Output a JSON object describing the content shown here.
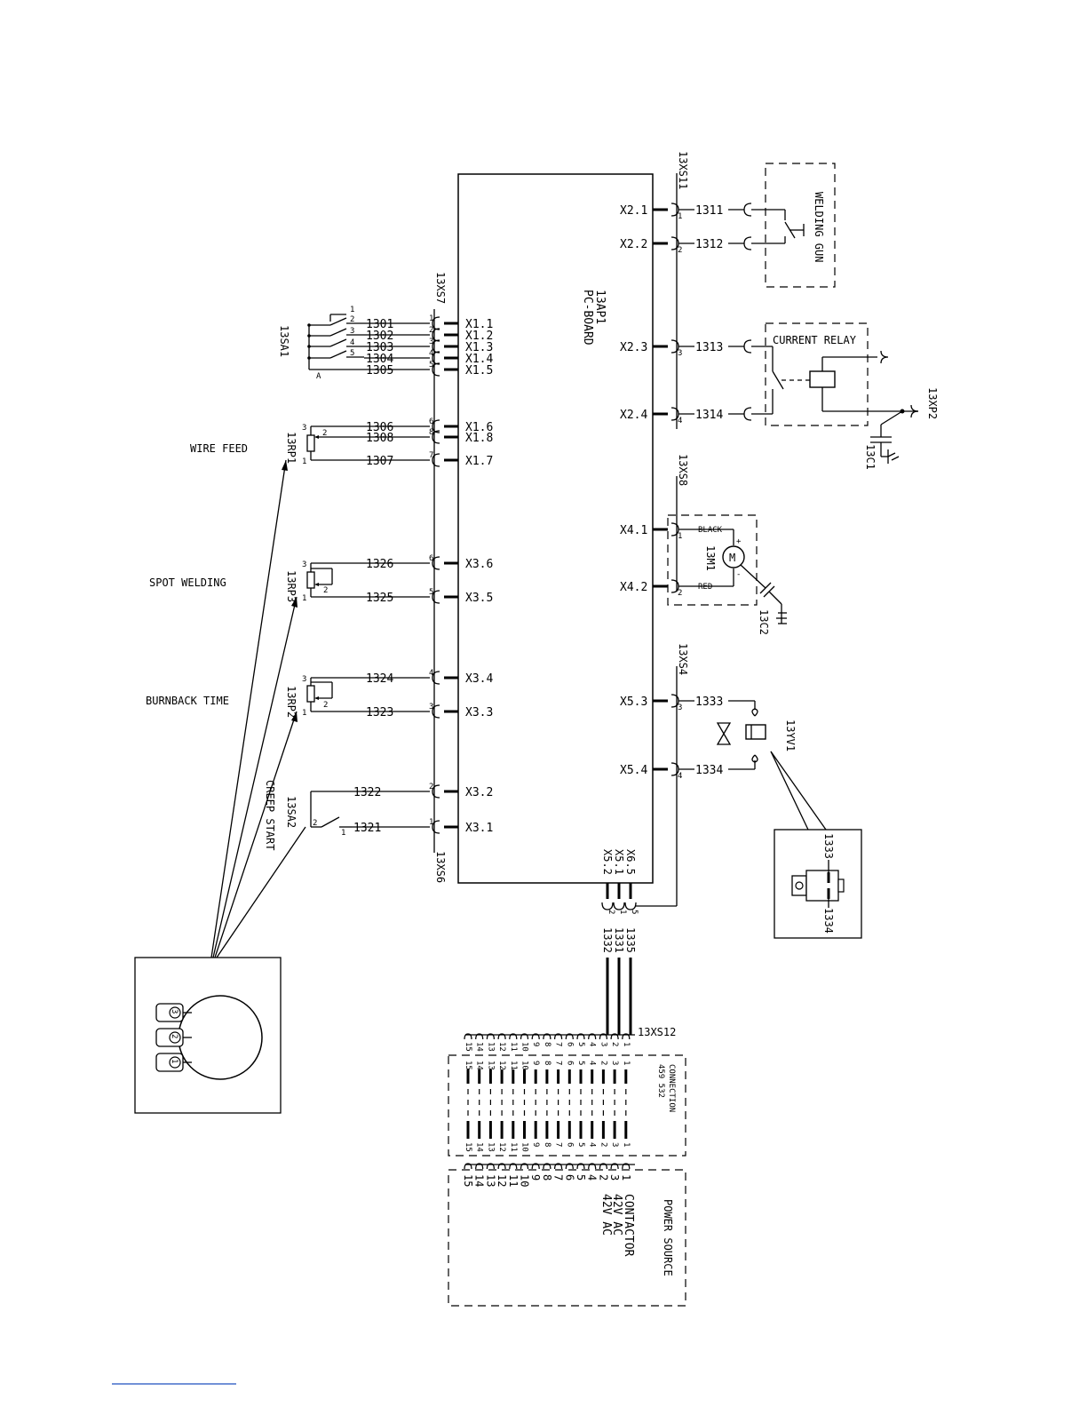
{
  "board": {
    "line1": "13AP1",
    "line2": "PC-BOARD"
  },
  "connectors": {
    "xs7": "13XS7",
    "xs6": "13XS6",
    "xs11": "13XS11",
    "xs8": "13XS8",
    "xs4": "13XS4",
    "xs12": "13XS12",
    "xp2": "13XP2"
  },
  "components": {
    "sa1": "13SA1",
    "sa2": "13SA2",
    "rp1": "13RP1",
    "rp2": "13RP2",
    "rp3": "13RP3",
    "m1": "13M1",
    "c1": "13C1",
    "c2": "13C2",
    "yv1": "13YV1",
    "motor": "M",
    "a": "A"
  },
  "functions": {
    "wire_feed": "WIRE FEED",
    "spot_welding": "SPOT WELDING",
    "burnback": "BURNBACK TIME",
    "creep": "CREEP START",
    "welding_gun": "WELDING GUN",
    "current_relay": "CURRENT RELAY",
    "power_source": "POWER SOURCE",
    "connection_1": "CONNECTION",
    "connection_2": "459 532"
  },
  "left_pins": [
    {
      "wire": "1301",
      "term": "X1.1",
      "pin": "1"
    },
    {
      "wire": "1302",
      "term": "X1.2",
      "pin": "2"
    },
    {
      "wire": "1303",
      "term": "X1.3",
      "pin": "3"
    },
    {
      "wire": "1304",
      "term": "X1.4",
      "pin": "4"
    },
    {
      "wire": "1305",
      "term": "X1.5",
      "pin": "5"
    },
    {
      "wire": "1306",
      "term": "X1.6",
      "pin": "6"
    },
    {
      "wire": "1308",
      "term": "X1.8",
      "pin": "8"
    },
    {
      "wire": "1307",
      "term": "X1.7",
      "pin": "7"
    },
    {
      "wire": "1326",
      "term": "X3.6",
      "pin": "6"
    },
    {
      "wire": "1325",
      "term": "X3.5",
      "pin": "5"
    },
    {
      "wire": "1324",
      "term": "X3.4",
      "pin": "4"
    },
    {
      "wire": "1323",
      "term": "X3.3",
      "pin": "3"
    },
    {
      "wire": "1322",
      "term": "X3.2",
      "pin": "2"
    },
    {
      "wire": "1321",
      "term": "X3.1",
      "pin": "1"
    }
  ],
  "sa1_pins": [
    "1",
    "2",
    "3",
    "4",
    "5"
  ],
  "pot_pins": {
    "a": "3",
    "b": "2",
    "c": "1"
  },
  "sa2_pins": {
    "a": "2",
    "b": "1"
  },
  "right_pins": [
    {
      "term": "X2.1",
      "pin": "1",
      "wire": "1311"
    },
    {
      "term": "X2.2",
      "pin": "2",
      "wire": "1312"
    },
    {
      "term": "X2.3",
      "pin": "3",
      "wire": "1313"
    },
    {
      "term": "X2.4",
      "pin": "4",
      "wire": "1314"
    },
    {
      "term": "X4.1",
      "pin": "1",
      "wire": "BLACK"
    },
    {
      "term": "X4.2",
      "pin": "2",
      "wire": "RED"
    },
    {
      "term": "X5.3",
      "pin": "3",
      "wire": "1333"
    },
    {
      "term": "X5.4",
      "pin": "4",
      "wire": "1334"
    }
  ],
  "motor_pol": {
    "plus": "+",
    "minus": "-"
  },
  "bottom_pins": [
    {
      "term": "X5.2",
      "pin": "2",
      "wire": "1332"
    },
    {
      "term": "X5.1",
      "pin": "1",
      "wire": "1331"
    },
    {
      "term": "X6.5",
      "pin": "5",
      "wire": "1335"
    }
  ],
  "valve_detail": {
    "top": "1333",
    "bottom": "1334"
  },
  "knob_numbers": [
    "3",
    "2",
    "1"
  ],
  "xs12_pins": [
    "15",
    "14",
    "13",
    "12",
    "11",
    "10",
    "9",
    "8",
    "7",
    "6",
    "5",
    "4",
    "3",
    "2",
    "1"
  ],
  "connection_pins": [
    "15",
    "14",
    "13",
    "12",
    "11",
    "10",
    "9",
    "8",
    "7",
    "6",
    "5",
    "4",
    "2",
    "3",
    "1"
  ],
  "power_source_pins": [
    "15",
    "14",
    "13",
    "12",
    "11",
    "10",
    "9",
    "8",
    "7",
    "6",
    "5",
    "4",
    "2",
    "3",
    "1"
  ],
  "power_source_funcs": [
    {
      "pin": "1",
      "text": "CONTACTOR"
    },
    {
      "pin": "3",
      "text": "42V AC"
    },
    {
      "pin": "2",
      "text": "42V AC"
    }
  ]
}
